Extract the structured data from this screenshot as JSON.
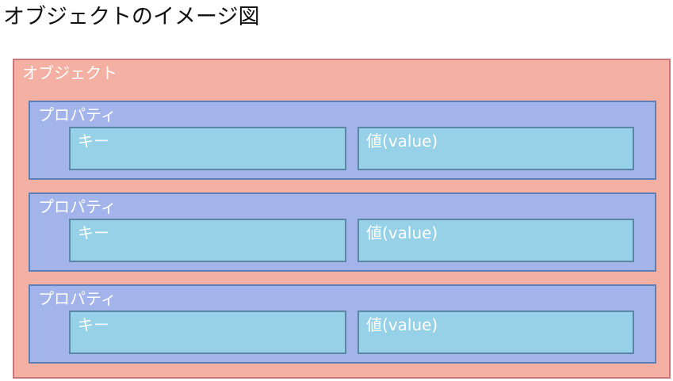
{
  "title": "オブジェクトのイメージ図",
  "object": {
    "label": "オブジェクト",
    "properties": [
      {
        "label": "プロパティ",
        "key_label": "キー",
        "value_label": "値(value)"
      },
      {
        "label": "プロパティ",
        "key_label": "キー",
        "value_label": "値(value)"
      },
      {
        "label": "プロパティ",
        "key_label": "キー",
        "value_label": "値(value)"
      }
    ]
  },
  "colors": {
    "object_fill": "#f4b0a3",
    "object_border": "#c9777a",
    "property_fill": "#a3b4ea",
    "property_border": "#5b7fb6",
    "cell_fill": "#96d1e8",
    "cell_border": "#5b87a6",
    "label_text": "#ffffff"
  }
}
